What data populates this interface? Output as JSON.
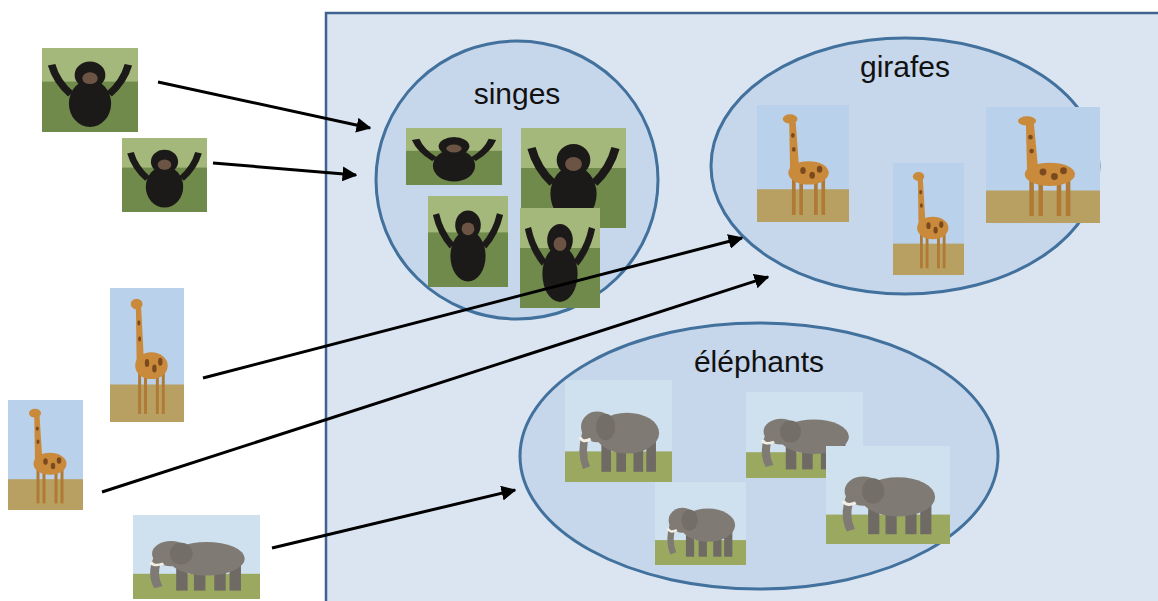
{
  "diagram": {
    "nodes": [
      {
        "text": [
          "singes"
        ]
      },
      {
        "text": [
          "girafes"
        ]
      },
      {
        "text": [
          "éléphants"
        ]
      }
    ]
  }
}
